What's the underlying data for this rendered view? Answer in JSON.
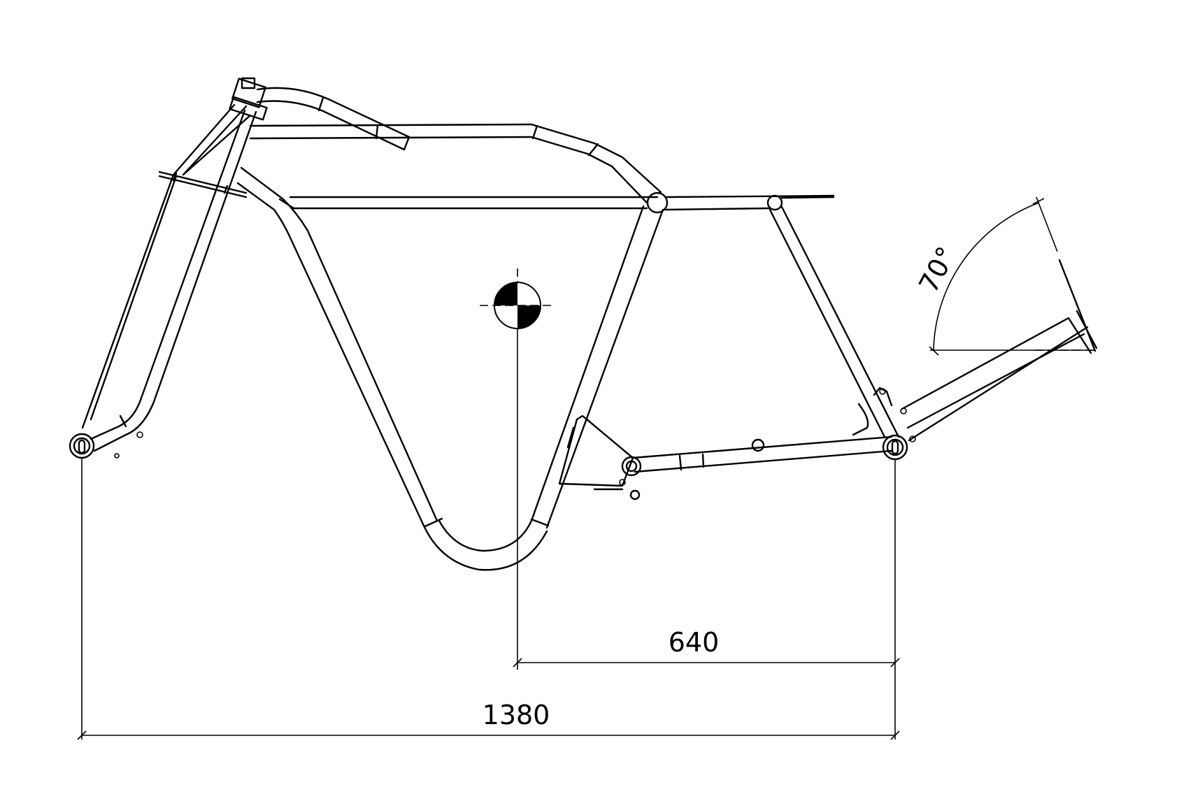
{
  "dimensions": {
    "wheelbase_label": "1380",
    "cg_to_rear_label": "640",
    "head_angle_label": "70°"
  },
  "colors": {
    "line": "#000000",
    "background": "#ffffff"
  },
  "symbols": {
    "center_of_gravity": "center-of-gravity-icon"
  }
}
